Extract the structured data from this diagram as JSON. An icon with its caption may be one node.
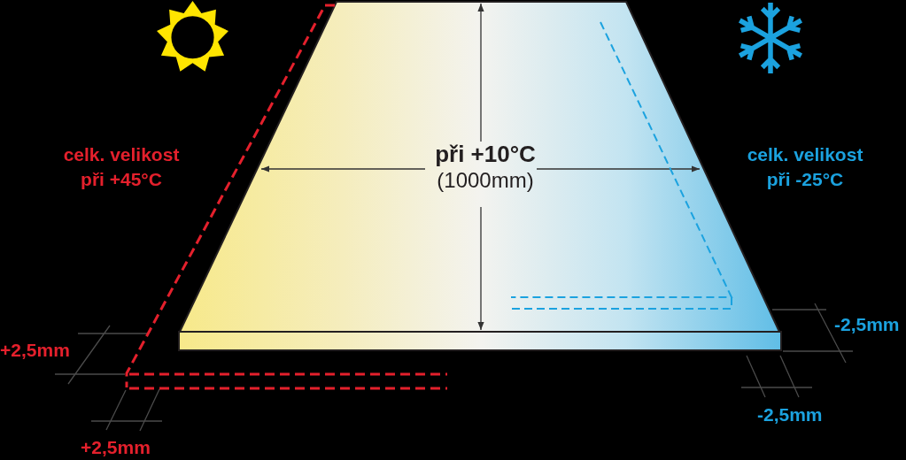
{
  "diagram": {
    "nodes": [
      {
        "text": [
          "při +10°C",
          "(1000mm)"
        ]
      }
    ],
    "labels": [
      "celk. velikost při +45°C",
      "celk. velikost při -25°C",
      "-2,5mm",
      "+2,5mm",
      "-2,5mm",
      "+2,5mm"
    ]
  }
}
